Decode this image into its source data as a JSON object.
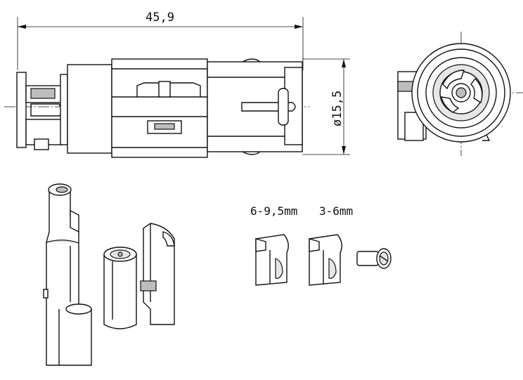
{
  "drawing": {
    "length_dimension": "45,9",
    "diameter_dimension": "ø15,5",
    "clamp_large_label": "6-9,5mm",
    "clamp_small_label": "3-6mm"
  }
}
